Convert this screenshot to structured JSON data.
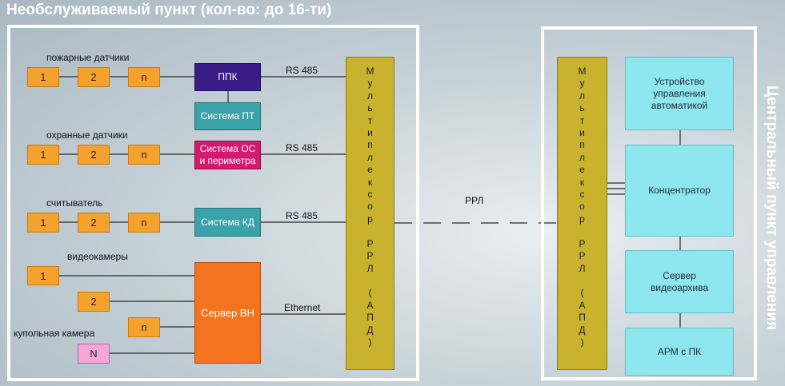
{
  "titles": {
    "left": "Необслуживаемый пункт (кол-во: до 16-ти)",
    "right": "Центральный пункт управления"
  },
  "groups": {
    "fire": {
      "label": "пожарные датчики",
      "items": [
        "1",
        "2",
        "n"
      ]
    },
    "security": {
      "label": "охранные датчики",
      "items": [
        "1",
        "2",
        "n"
      ]
    },
    "reader": {
      "label": "считыватель",
      "items": [
        "1",
        "2",
        "n"
      ]
    },
    "cameras": {
      "label": "видеокамеры",
      "items": [
        "1",
        "2",
        "n"
      ]
    },
    "dome": {
      "label": "купольная камера",
      "item": "N"
    }
  },
  "systems": {
    "ppk": "ППК",
    "pt": "Система ПТ",
    "os": "Система ОС\nи периметра",
    "kd": "Система КД",
    "vn": "Сервер ВН"
  },
  "links": {
    "rs1": "RS 485",
    "rs2": "RS 485",
    "rs3": "RS 485",
    "ethernet": "Ethernet",
    "rrl": "РРЛ"
  },
  "mux_left": "М\nу\nл\nь\nт\nи\nп\nл\nе\nк\nс\nо\nр\n\nР\nР\nЛ\n\n(\nА\nП\nД\n)",
  "mux_right": "М\nу\nл\nь\nт\nи\nп\nл\nе\nк\nс\nо\nр\n\nР\nР\nЛ\n\n(\nА\nП\nД\n)",
  "center": {
    "automation": "Устройство\nуправления\nавтоматикой",
    "concentrator": "Концентратор",
    "video_server": "Сервер\nвидеоархива",
    "arm": "АРМ с ПК"
  },
  "colors": {
    "ppk": "#3a1c86",
    "system": "#3aa3a9",
    "os": "#d41a6e",
    "server": "#f4731f",
    "mux": "#c8b22e",
    "central": "#8ee6ee",
    "sensor": "#f4a12e",
    "dome": "#f4a7d8"
  }
}
